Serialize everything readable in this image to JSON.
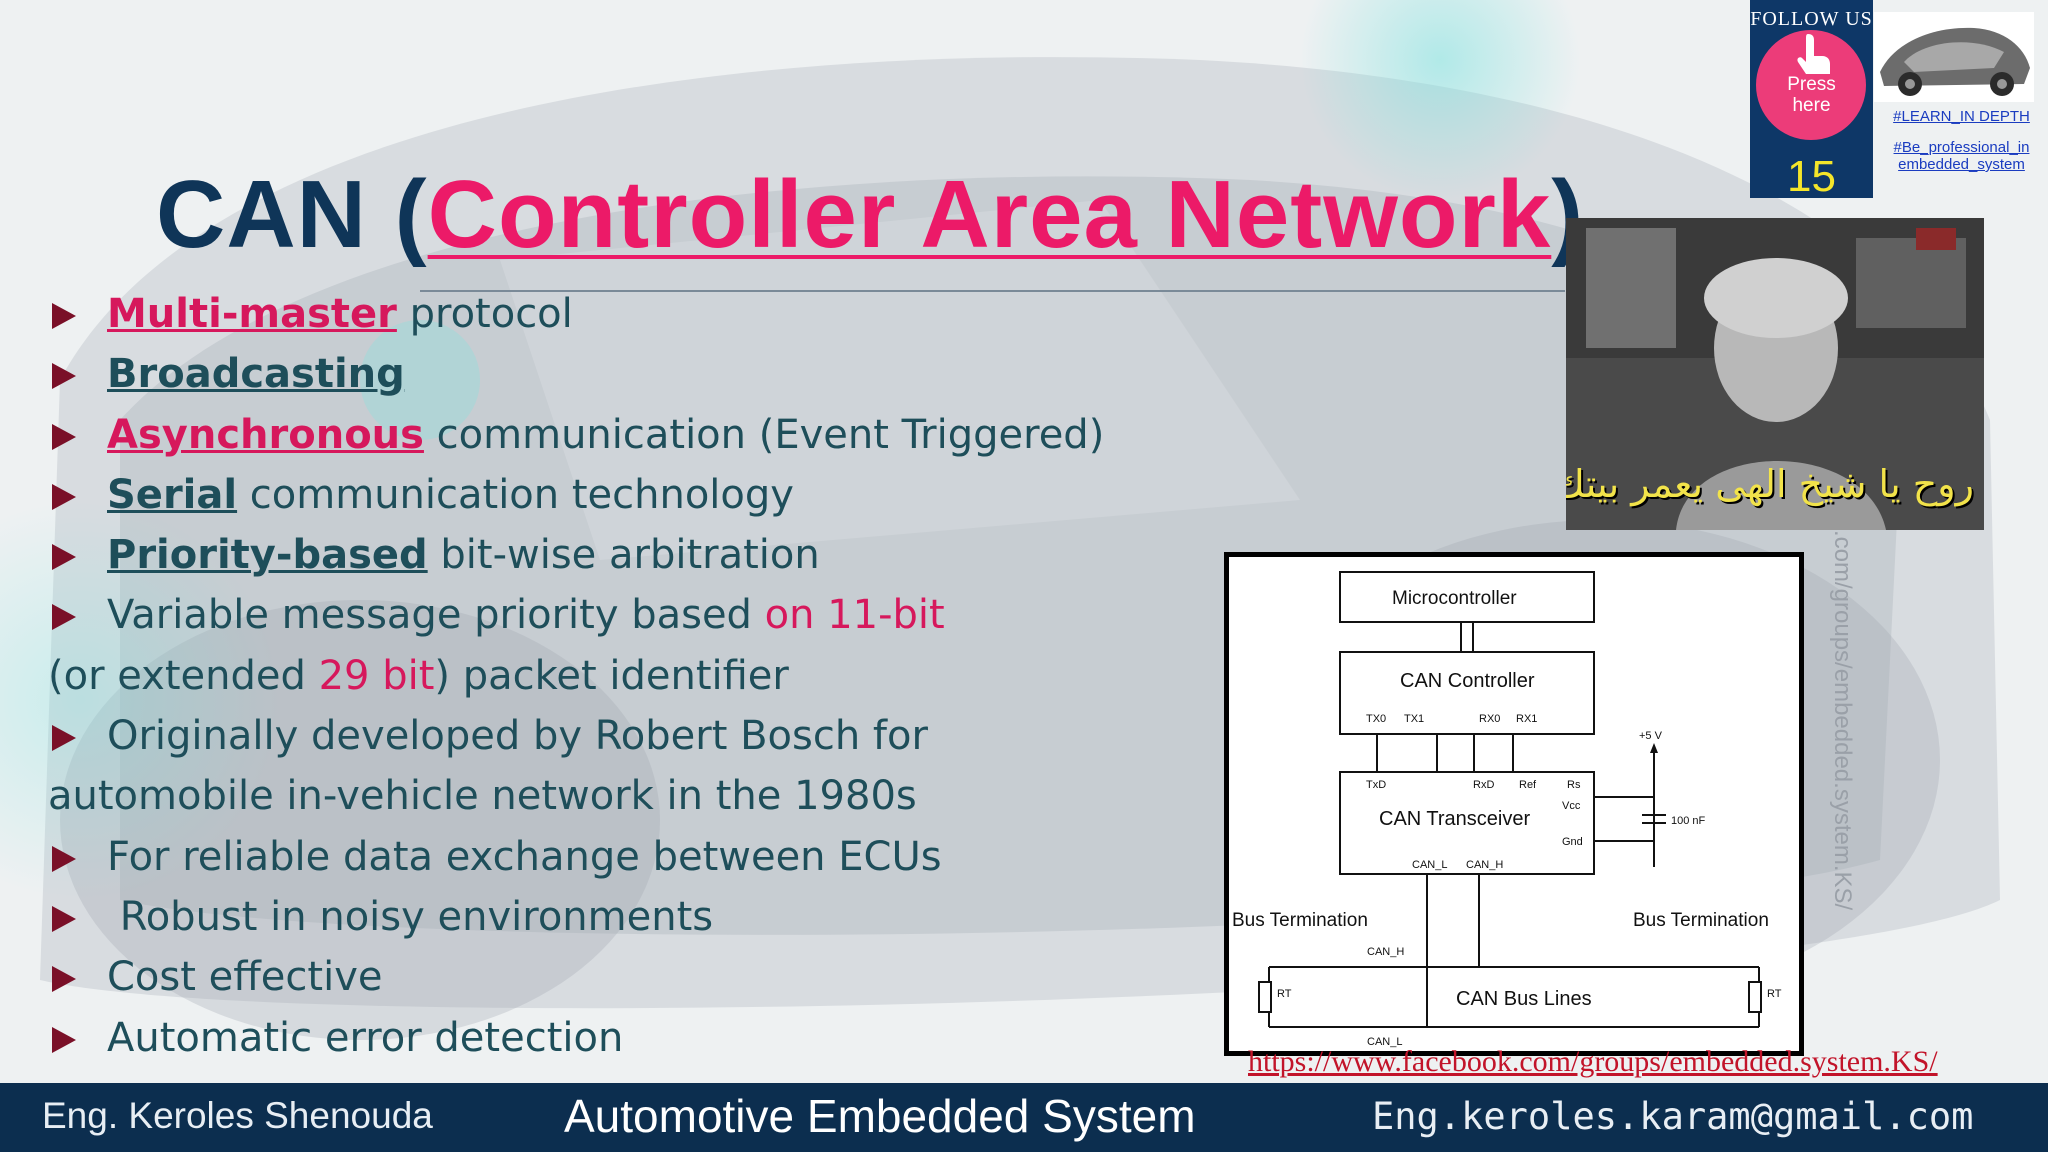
{
  "slide": {
    "title_prefix": "CAN (",
    "title_highlight": "Controller Area Network",
    "title_suffix": ")",
    "bullets": [
      {
        "kw": "Multi-master",
        "kw_style": "pink",
        "rest": " protocol"
      },
      {
        "kw": "Broadcasting",
        "kw_style": "dark",
        "rest": ""
      },
      {
        "kw": "Asynchronous",
        "kw_style": "pink",
        "rest": " communication (Event Triggered)"
      },
      {
        "kw": "Serial",
        "kw_style": "dark",
        "rest": " communication technology"
      },
      {
        "kw": "Priority-based",
        "kw_style": "dark",
        "rest": " bit-wise arbitration"
      }
    ],
    "variable_line": {
      "text": "Variable message priority based ",
      "red": "on 11-bit"
    },
    "variable_cont": {
      "pre": "(or extended ",
      "red": "29 bit",
      "post": ") packet identifier"
    },
    "bosch_line": "Originally developed by Robert Bosch for",
    "bosch_cont": "automobile in-vehicle network in the 1980s",
    "plain_bullets": [
      "For reliable data exchange between ECUs",
      " Robust in noisy environments",
      "Cost effective",
      "Automatic error detection"
    ]
  },
  "footer": {
    "author": "Eng. Keroles Shenouda",
    "course": "Automotive Embedded System",
    "email": "Eng.keroles.karam@gmail.com"
  },
  "facebook_link": "https://www.facebook.com/groups/embedded.system.KS/",
  "watermark": ".com/groups/embedded.system.KS/",
  "follow_badge": {
    "label": "FOLLOW US",
    "press": "Press",
    "here": "here",
    "number": "15",
    "icon": "hand-pointer-icon"
  },
  "tags": [
    "#LEARN_IN DEPTH",
    "#Be_professional_in",
    "embedded_system"
  ],
  "video_caption": "روح يا شيخ الهى يعمر بيتك",
  "diagram": {
    "microcontroller": "Microcontroller",
    "can_controller": "CAN Controller",
    "tx0": "TX0",
    "tx1": "TX1",
    "rx0": "RX0",
    "rx1": "RX1",
    "txd": "TxD",
    "rxd": "RxD",
    "ref": "Ref",
    "rs": "Rs",
    "can_transceiver": "CAN Transceiver",
    "vcc": "Vcc",
    "gnd": "Gnd",
    "plus5v": "+5 V",
    "cap": "100 nF",
    "can_l_pin": "CAN_L",
    "can_h_pin": "CAN_H",
    "bus_term_left": "Bus Termination",
    "bus_term_right": "Bus Termination",
    "can_h_line": "CAN_H",
    "can_l_line": "CAN_L",
    "bus_lines": "CAN Bus Lines",
    "rt_left": "RT",
    "rt_right": "RT"
  },
  "colors": {
    "navy": "#0f3558",
    "pink": "#ec1a68",
    "footer": "#0c2e4f",
    "arrow": "#7a1028",
    "teal_text": "#1e4e5a"
  }
}
